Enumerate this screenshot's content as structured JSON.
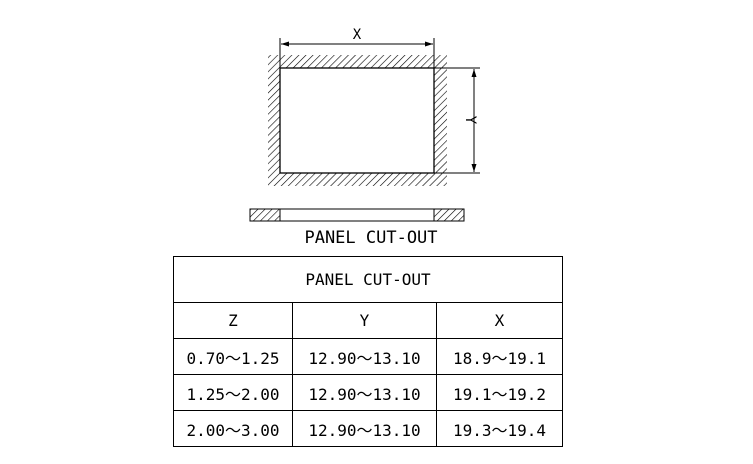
{
  "diagram": {
    "x_dimension_label": "X",
    "y_dimension_label": "Y",
    "caption": "PANEL CUT-OUT"
  },
  "table": {
    "title": "PANEL CUT-OUT",
    "headers": [
      "Z",
      "Y",
      "X"
    ],
    "rows": [
      [
        "0.70～1.25",
        "12.90～13.10",
        "18.9～19.1"
      ],
      [
        "1.25～2.00",
        "12.90～13.10",
        "19.1～19.2"
      ],
      [
        "2.00～3.00",
        "12.90～13.10",
        "19.3～19.4"
      ]
    ]
  }
}
